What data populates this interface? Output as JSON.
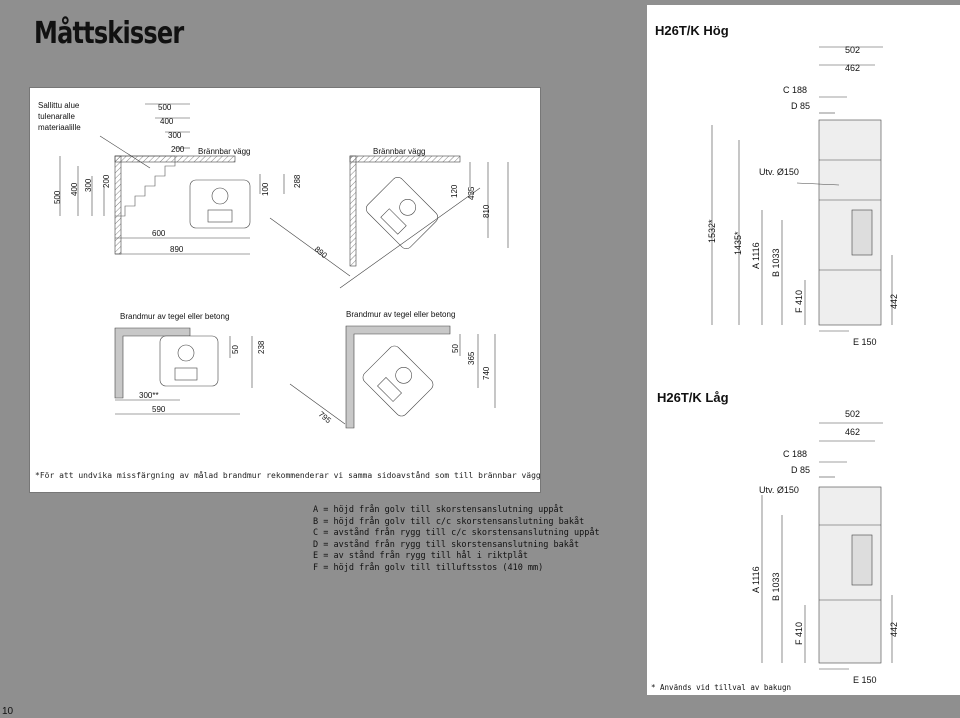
{
  "page_title": "Måttskisser",
  "page_number": "10",
  "left_panel": {
    "note_fi": [
      "Sallittu alue",
      "tulenaralle",
      "materiaalille"
    ],
    "top_dims": [
      "500",
      "400",
      "300",
      "200"
    ],
    "left_dims": [
      "500",
      "400",
      "300",
      "200"
    ],
    "brannbar_vagg": "Brännbar vägg",
    "dim_100": "100",
    "dim_288": "288",
    "dim_600": "600",
    "dim_890_a": "890",
    "dim_890_b": "890",
    "dim_120": "120",
    "dim_435": "435",
    "dim_810": "810",
    "brandmur": "Brandmur av tegel eller betong",
    "dim_50_a": "50",
    "dim_238": "238",
    "dim_300s": "300**",
    "dim_590": "590",
    "dim_50_b": "50",
    "dim_365": "365",
    "dim_740": "740",
    "dim_795": "795",
    "footnote": "*För att undvika missfärgning av målad brandmur rekommenderar vi samma sidoavstånd som till brännbar vägg."
  },
  "legend": [
    "A = höjd från golv till skorstensanslutning uppåt",
    "B = höjd från golv till c/c skorstensanslutning bakåt",
    "C = avstånd från rygg till c/c skorstensanslutning uppåt",
    "D = avstånd från rygg till skorstensanslutning bakåt",
    "E = av stånd från rygg till hål i riktplåt",
    "F = höjd från golv till tilluftsstos (410 mm)"
  ],
  "hog": {
    "title": "H26T/K Hög",
    "dim_502": "502",
    "dim_462": "462",
    "dim_c": "C 188",
    "dim_d": "D 85",
    "utv": "Utv. Ø150",
    "dim_1532": "1532*",
    "dim_1435": "1435*",
    "dim_a": "A 1116",
    "dim_b": "B 1033",
    "dim_f": "F 410",
    "dim_442": "442",
    "dim_e": "E 150"
  },
  "lag": {
    "title": "H26T/K Låg",
    "dim_502": "502",
    "dim_462": "462",
    "dim_c": "C 188",
    "dim_d": "D 85",
    "utv": "Utv. Ø150",
    "dim_a": "A 1116",
    "dim_b": "B 1033",
    "dim_f": "F 410",
    "dim_442": "442",
    "dim_e": "E 150"
  },
  "star_note": "* Används vid tillval av bakugn"
}
